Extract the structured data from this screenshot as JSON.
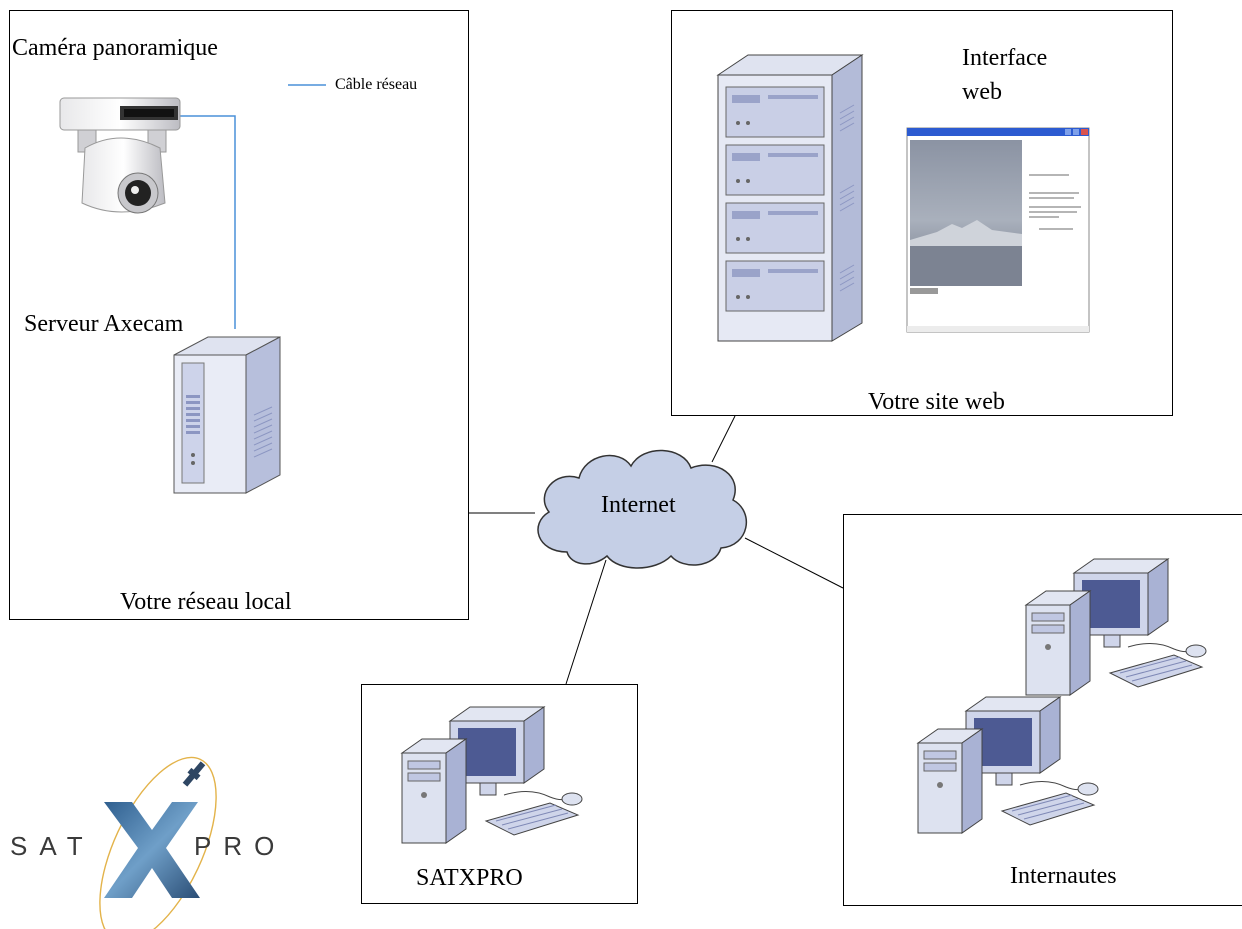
{
  "local_network": {
    "box_label": "Votre réseau local",
    "camera_label": "Caméra panoramique",
    "server_label": "Serveur Axecam",
    "legend_label": "Câble réseau",
    "legend_color": "#4a90d9"
  },
  "website": {
    "box_label": "Votre site web",
    "interface_label_line1": "Interface",
    "interface_label_line2": "web"
  },
  "internet": {
    "label": "Internet",
    "cloud_color": "#c5cfe6"
  },
  "satxpro": {
    "box_label": "SATXPRO"
  },
  "users": {
    "box_label": "Internautes"
  },
  "logo": {
    "left_text": "SAT",
    "right_text": "PRO"
  }
}
